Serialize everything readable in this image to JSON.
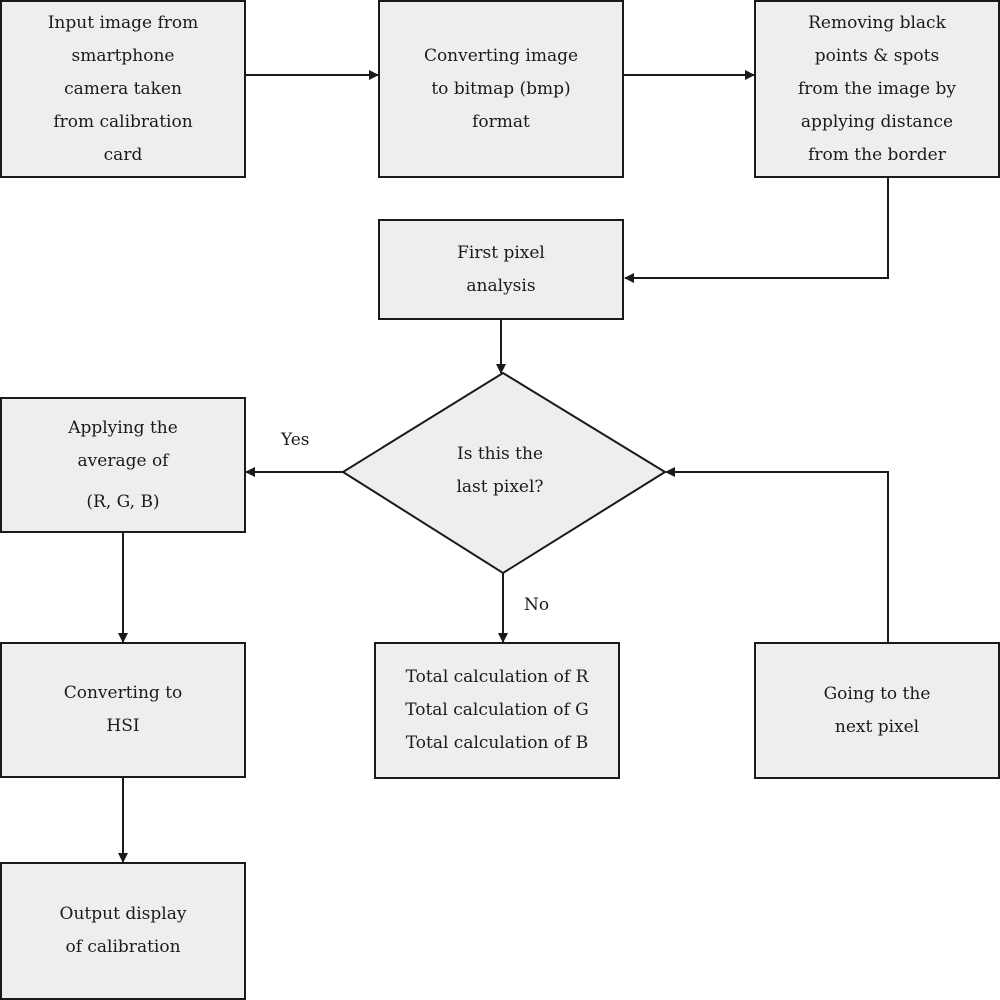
{
  "nodes": {
    "input": {
      "lines": [
        "Input image from",
        "smartphone",
        "camera taken",
        "from calibration",
        "card"
      ]
    },
    "convert_bmp": {
      "lines": [
        "Converting image",
        "to bitmap (bmp)",
        "format"
      ]
    },
    "remove_spots": {
      "lines": [
        "Removing black",
        "points & spots",
        "from the image by",
        "applying distance",
        "from the border"
      ]
    },
    "first_pixel": {
      "lines": [
        "First pixel",
        "analysis"
      ]
    },
    "decision": {
      "lines": [
        "Is this the",
        "last pixel?"
      ]
    },
    "average": {
      "lines": [
        "Applying the",
        "average of",
        "(R, G, B)"
      ]
    },
    "hsi": {
      "lines": [
        "Converting to",
        "HSI"
      ]
    },
    "output": {
      "lines": [
        "Output display",
        "of calibration"
      ]
    },
    "totals": {
      "lines": [
        "Total calculation of R",
        "Total calculation of G",
        "Total calculation of B"
      ]
    },
    "next_pixel": {
      "lines": [
        "Going to the",
        "next pixel"
      ]
    }
  },
  "edge_labels": {
    "yes": "Yes",
    "no": "No"
  },
  "colors": {
    "box_fill": "#eeeeee",
    "stroke": "#1a1a1a",
    "background": "#ffffff"
  }
}
